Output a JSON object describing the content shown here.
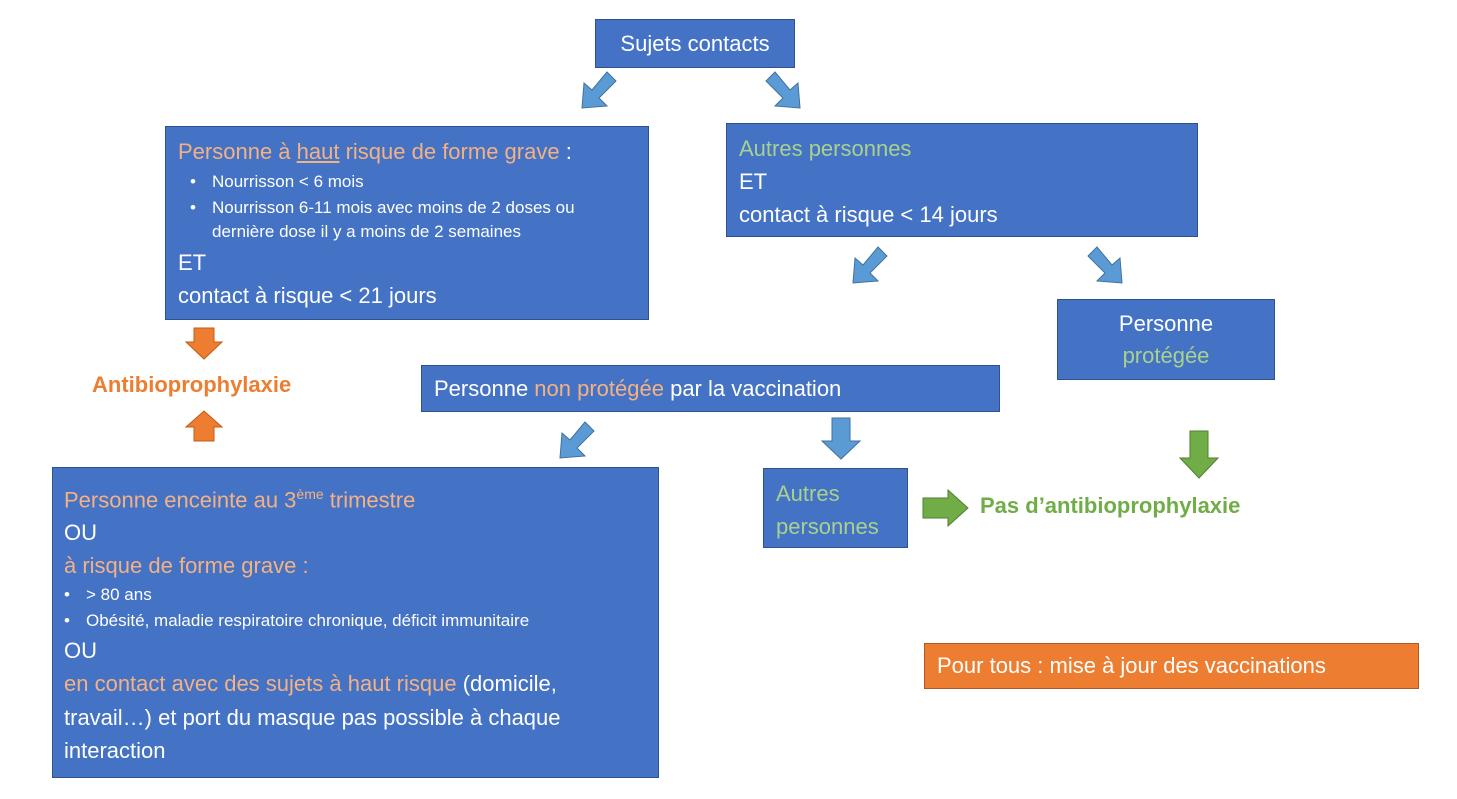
{
  "top": {
    "label": "Sujets contacts"
  },
  "high_risk": {
    "title_prefix": "Personne à ",
    "title_underlined": "haut",
    "title_suffix": " risque de forme grave",
    "title_colon": " :",
    "bullets": [
      "Nourrisson < 6 mois",
      "Nourrisson 6-11 mois avec moins de 2 doses ou",
      "dernière dose il y a moins de 2 semaines"
    ],
    "et": "ET",
    "contact": "contact à risque < 21 jours"
  },
  "others": {
    "title": "Autres personnes",
    "et": "ET",
    "contact": "contact à risque < 14 jours"
  },
  "protected": {
    "line1": "Personne",
    "line2": "protégée"
  },
  "antibio_label": "Antibioprophylaxie",
  "non_protected": {
    "prefix": "Personne ",
    "highlight": "non protégée",
    "suffix": " par la vaccination"
  },
  "pregnant": {
    "line1_prefix": "Personne enceinte au 3",
    "line1_sup": "ème",
    "line1_suffix": " trimestre",
    "ou1": "OU",
    "risk_title": "à risque de forme grave :",
    "bullets": [
      "> 80 ans",
      "Obésité, maladie respiratoire chronique, déficit immunitaire"
    ],
    "ou2": "OU",
    "contact_highlight": "en contact avec des sujets à haut risque",
    "contact_rest_1": " (domicile,",
    "contact_rest_2": "travail…) et port du masque pas possible à chaque",
    "contact_rest_3": "interaction"
  },
  "other_persons_small": {
    "line1": "Autres",
    "line2": "personnes"
  },
  "no_antibio_label": "Pas d’antibioprophylaxie",
  "footer": {
    "label": "Pour tous : mise à jour des vaccinations"
  },
  "colors": {
    "box_blue": "#4472c4",
    "box_border": "#2f528f",
    "arrow_blue": "#5b9bd5",
    "orange": "#ed7d31",
    "light_orange_text": "#f4b183",
    "green": "#70ad47",
    "light_green_text": "#a9d18e"
  }
}
